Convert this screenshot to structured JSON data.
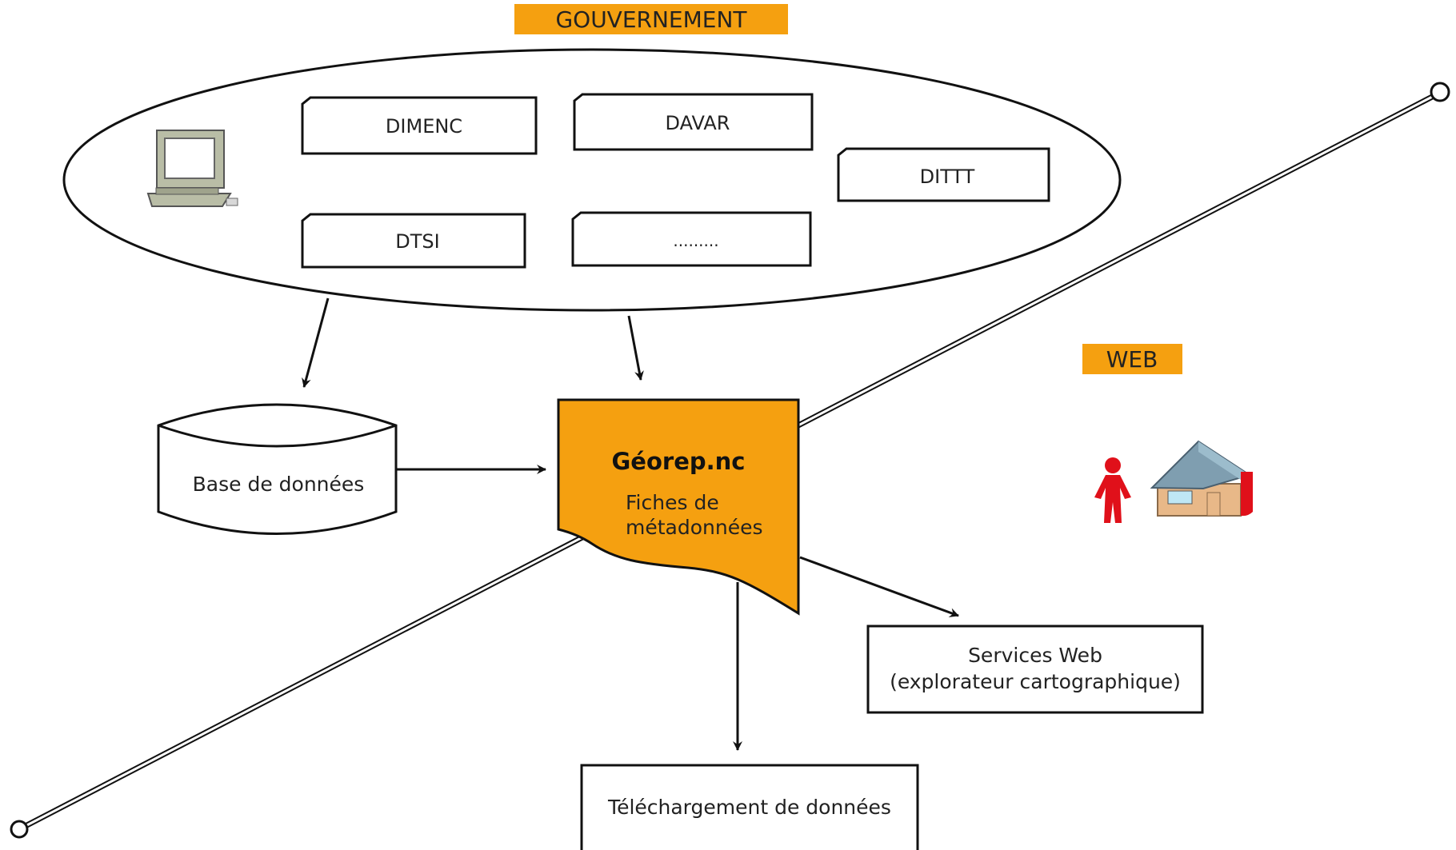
{
  "colors": {
    "accent_orange": "#F5A010",
    "stroke": "#111111",
    "background": "#ffffff",
    "person_red": "#E0101A"
  },
  "labels": {
    "gouvernement": "GOUVERNEMENT",
    "web": "WEB"
  },
  "government": {
    "departments": [
      "DIMENC",
      "DAVAR",
      "DITTT",
      "DTSI",
      "........."
    ]
  },
  "database": {
    "label": "Base de données"
  },
  "georep": {
    "title": "Géorep.nc",
    "subtitle_line1": "Fiches de",
    "subtitle_line2": "métadonnées"
  },
  "outputs": {
    "services_line1": "Services Web",
    "services_line2": "(explorateur cartographique)",
    "download": "Téléchargement de données"
  },
  "icons": {
    "computer": "computer-icon",
    "person": "person-icon",
    "house": "house-icon"
  }
}
